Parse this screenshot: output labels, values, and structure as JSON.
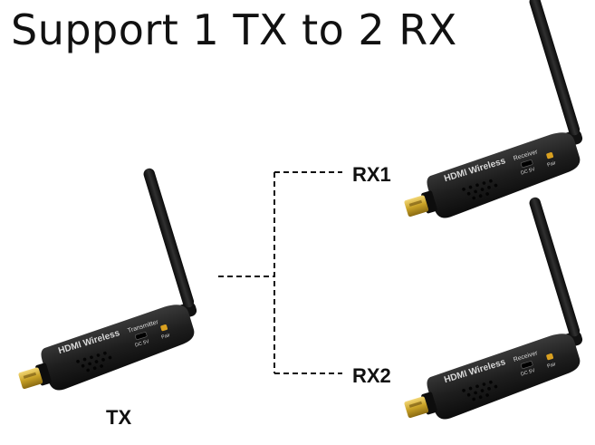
{
  "headline": "Support 1 TX to 2 RX",
  "labels": {
    "rx1": "RX1",
    "rx2": "RX2",
    "tx": "TX"
  },
  "devices": {
    "transmitter": {
      "brand": "HDMI Wireless",
      "role": "Transmitter",
      "port": "DC 5V",
      "button": "Pair"
    },
    "receiver_1": {
      "brand": "HDMI Wireless",
      "role": "Receiver",
      "port": "DC 5V",
      "button": "Pair"
    },
    "receiver_2": {
      "brand": "HDMI Wireless",
      "role": "Receiver",
      "port": "DC 5V",
      "button": "Pair"
    }
  },
  "colors": {
    "body": "#1c1c1c",
    "plug": "#c9a227",
    "text": "#111111"
  }
}
